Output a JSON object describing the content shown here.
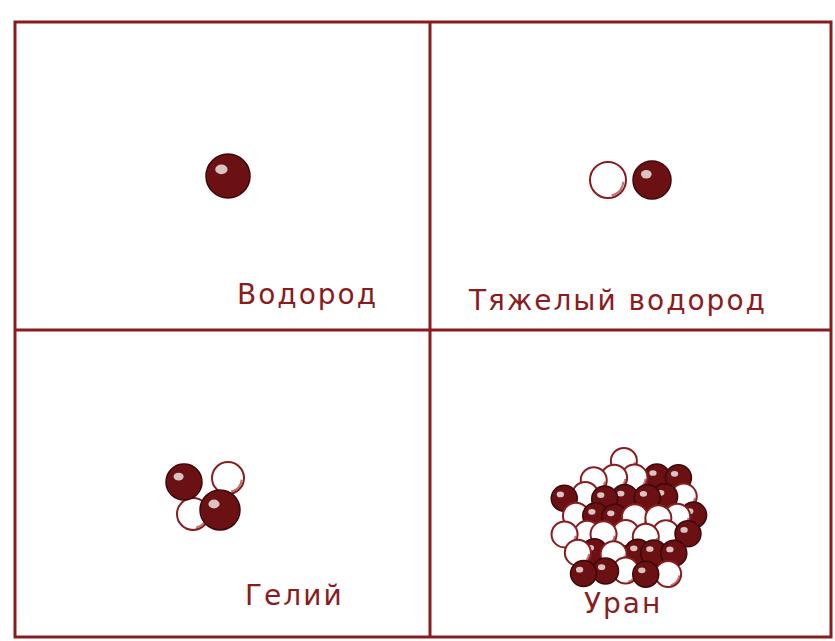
{
  "diagram": {
    "nodes": [
      {
        "text": [
          "Водород"
        ]
      },
      {
        "text": [
          "Тяжелый водород"
        ]
      },
      {
        "text": [
          "Гелий"
        ]
      },
      {
        "text": [
          "Уран"
        ]
      }
    ]
  }
}
